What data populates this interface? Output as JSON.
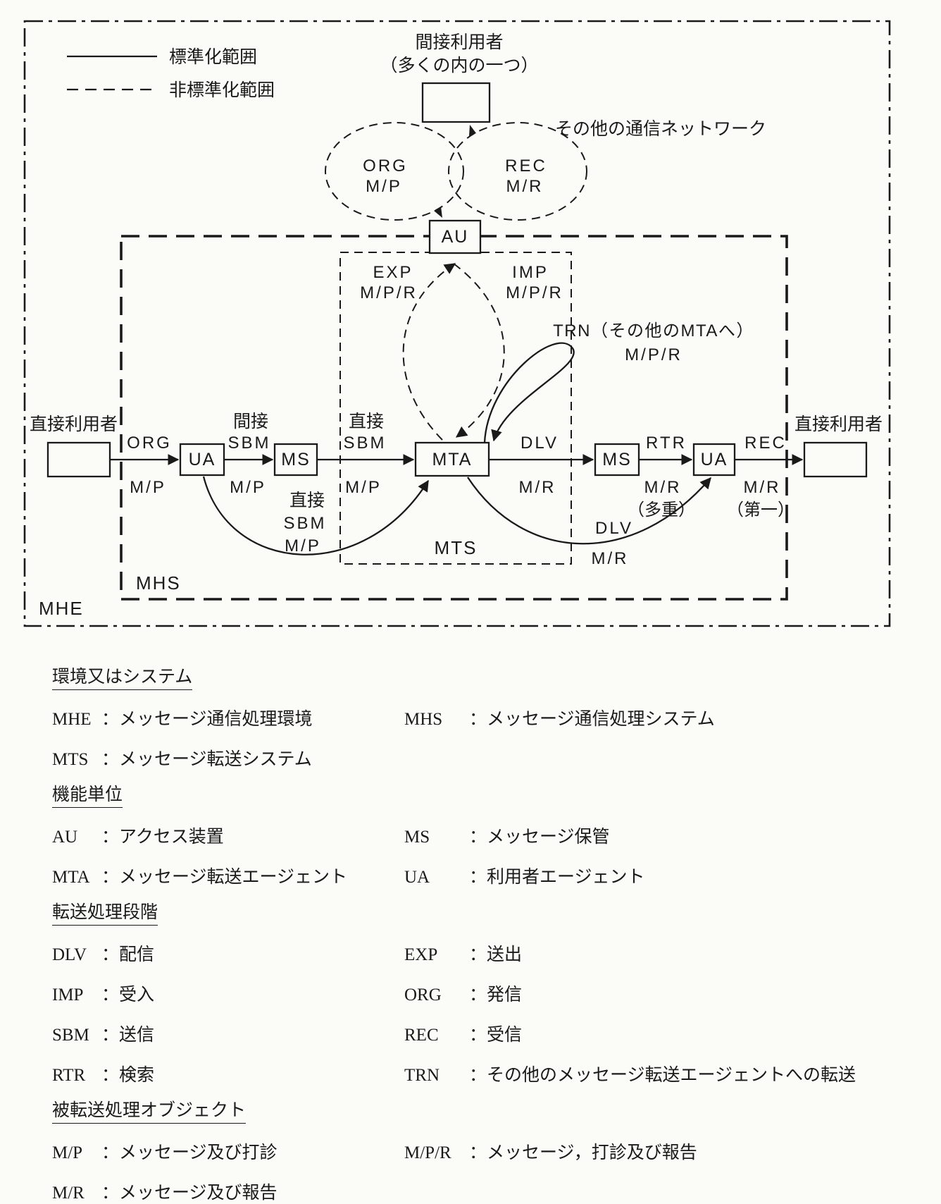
{
  "legend": {
    "standardized": "標準化範囲",
    "non_standardized": "非標準化範囲"
  },
  "top": {
    "indirect_user_line1": "間接利用者",
    "indirect_user_line2": "（多くの内の一つ）",
    "other_networks": "その他の通信ネットワーク"
  },
  "regions": {
    "mhe": "MHE",
    "mhs": "MHS",
    "mts": "MTS"
  },
  "nodes": {
    "au": "AU",
    "ua_left": "UA",
    "ms_left": "MS",
    "mta": "MTA",
    "ms_right": "MS",
    "ua_right": "UA",
    "direct_user_left": "直接利用者",
    "direct_user_right": "直接利用者"
  },
  "edges": {
    "org_loop": {
      "line1": "ORG",
      "line2": "M/P"
    },
    "rec_loop": {
      "line1": "REC",
      "line2": "M/R"
    },
    "exp": {
      "line1": "EXP",
      "line2": "M/P/R"
    },
    "imp": {
      "line1": "IMP",
      "line2": "M/P/R"
    },
    "trn": {
      "line1": "TRN（その他のMTAへ）",
      "line2": "M/P/R"
    },
    "org": {
      "line1": "ORG",
      "line2": "M/P"
    },
    "sbm_indirect": {
      "line1": "間接",
      "line2": "SBM",
      "line3": "M/P"
    },
    "sbm_direct": {
      "line1": "直接",
      "line2": "SBM",
      "line3": "M/P"
    },
    "sbm_direct_curve": {
      "line1": "直接",
      "line2": "SBM",
      "line3": "M/P"
    },
    "dlv": {
      "line1": "DLV",
      "line2": "M/R"
    },
    "rtr": {
      "line1": "RTR",
      "line2": "M/R",
      "line3": "（多重）"
    },
    "rec": {
      "line1": "REC",
      "line2": "M/R",
      "line3": "（第一）"
    },
    "dlv_curve": {
      "line1": "DLV",
      "line2": "M/R"
    }
  },
  "glossary": {
    "colon": "：",
    "sections": [
      {
        "heading": "環境又はシステム",
        "entries": [
          {
            "term": "MHE",
            "def": "メッセージ通信処理環境"
          },
          {
            "term": "MHS",
            "def": "メッセージ通信処理システム"
          },
          {
            "term": "MTS",
            "def": "メッセージ転送システム"
          }
        ]
      },
      {
        "heading": "機能単位",
        "entries": [
          {
            "term": "AU",
            "def": "アクセス装置"
          },
          {
            "term": "MS",
            "def": "メッセージ保管"
          },
          {
            "term": "MTA",
            "def": "メッセージ転送エージェント"
          },
          {
            "term": "UA",
            "def": "利用者エージェント"
          }
        ]
      },
      {
        "heading": "転送処理段階",
        "entries": [
          {
            "term": "DLV",
            "def": "配信"
          },
          {
            "term": "EXP",
            "def": "送出"
          },
          {
            "term": "IMP",
            "def": "受入"
          },
          {
            "term": "ORG",
            "def": "発信"
          },
          {
            "term": "SBM",
            "def": "送信"
          },
          {
            "term": "REC",
            "def": "受信"
          },
          {
            "term": "RTR",
            "def": "検索"
          },
          {
            "term": "TRN",
            "def": "その他のメッセージ転送エージェントへの転送"
          }
        ]
      },
      {
        "heading": "被転送処理オブジェクト",
        "entries": [
          {
            "term": "M/P",
            "def": "メッセージ及び打診"
          },
          {
            "term": "M/P/R",
            "def": "メッセージ，打診及び報告"
          },
          {
            "term": "M/R",
            "def": "メッセージ及び報告"
          }
        ]
      }
    ]
  }
}
